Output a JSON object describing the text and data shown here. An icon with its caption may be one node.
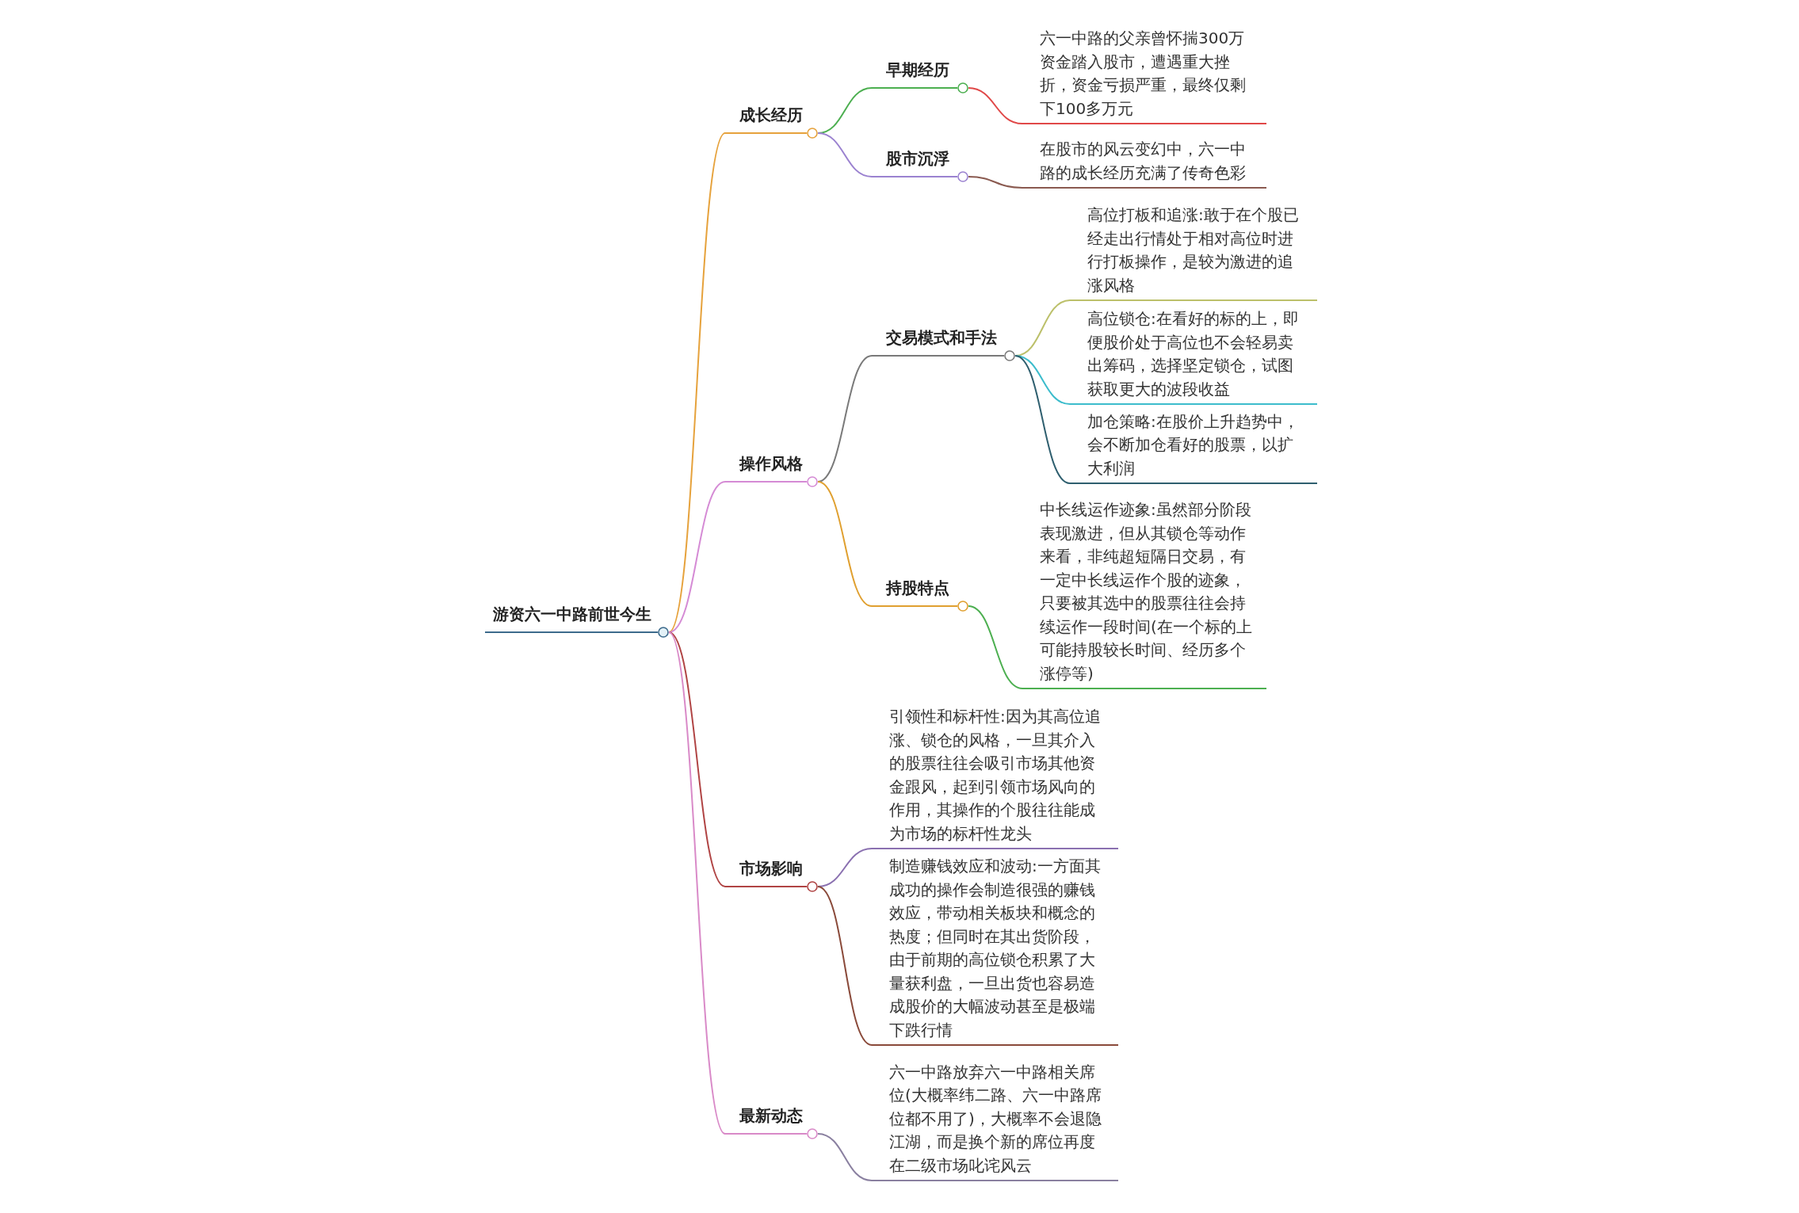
{
  "diagram": {
    "nodes": [
      {
        "text": [
          "游资六一中路前世今生"
        ]
      },
      {
        "text": [
          "成长经历"
        ]
      },
      {
        "text": [
          "早期经历"
        ]
      },
      {
        "text": [
          "六一中路的父亲曾怀揣300万资金踏入股市，遭遇重大挫折，资金亏损严重，最终仅剩下100多万元"
        ]
      },
      {
        "text": [
          "股市沉浮"
        ]
      },
      {
        "text": [
          "在股市的风云变幻中，六一中路的成长经历充满了传奇色彩"
        ]
      },
      {
        "text": [
          "操作风格"
        ]
      },
      {
        "text": [
          "交易模式和手法"
        ]
      },
      {
        "text": [
          "高位打板和追涨:敢于在个股已经走出行情处于相对高位时进行打板操作，是较为激进的追涨风格"
        ]
      },
      {
        "text": [
          "高位锁仓:在看好的标的上，即便股价处于高位也不会轻易卖出筹码，选择坚定锁仓，试图获取更大的波段收益"
        ]
      },
      {
        "text": [
          "加仓策略:在股价上升趋势中，会不断加仓看好的股票，以扩大利润"
        ]
      },
      {
        "text": [
          "持股特点"
        ]
      },
      {
        "text": [
          "中长线运作迹象:虽然部分阶段表现激进，但从其锁仓等动作来看，非纯超短隔日交易，有一定中长线运作个股的迹象，只要被其选中的股票往往会持续运作一段时间(在一个标的上可能持股较长时间、经历多个涨停等)"
        ]
      },
      {
        "text": [
          "市场影响"
        ]
      },
      {
        "text": [
          "引领性和标杆性:因为其高位追涨、锁仓的风格，一旦其介入的股票往往会吸引市场其他资金跟风，起到引领市场风向的作用，其操作的个股往往能成为市场的标杆性龙头"
        ]
      },
      {
        "text": [
          "制造赚钱效应和波动:一方面其成功的操作会制造很强的赚钱效应，带动相关板块和概念的热度；但同时在其出货阶段，由于前期的高位锁仓积累了大量获利盘，一旦出货也容易造成股价的大幅波动甚至是极端下跌行情"
        ]
      },
      {
        "text": [
          "最新动态"
        ]
      },
      {
        "text": [
          "六一中路放弃六一中路相关席位(大概率纬二路、六一中路席位都不用了)，大概率不会退隐江湖，而是换个新的席位再度在二级市场叱诧风云"
        ]
      }
    ],
    "edges": [
      {
        "from": 0,
        "to": 1,
        "arrow": "none",
        "color": "#e6a23c"
      },
      {
        "from": 0,
        "to": 6,
        "arrow": "none",
        "color": "#d58bd5"
      },
      {
        "from": 0,
        "to": 13,
        "arrow": "none",
        "color": "#b04444"
      },
      {
        "from": 0,
        "to": 16,
        "arrow": "none",
        "color": "#d98ac8"
      },
      {
        "from": 1,
        "to": 2,
        "arrow": "none",
        "color": "#4caf50"
      },
      {
        "from": 1,
        "to": 4,
        "arrow": "none",
        "color": "#9b82d0"
      },
      {
        "from": 2,
        "to": 3,
        "arrow": "none",
        "color": "#e04848"
      },
      {
        "from": 4,
        "to": 5,
        "arrow": "none",
        "color": "#8a5a50"
      },
      {
        "from": 6,
        "to": 7,
        "arrow": "none",
        "color": "#7a7a7a"
      },
      {
        "from": 6,
        "to": 11,
        "arrow": "none",
        "color": "#e0a030"
      },
      {
        "from": 7,
        "to": 8,
        "arrow": "none",
        "color": "#bcc06a"
      },
      {
        "from": 7,
        "to": 9,
        "arrow": "none",
        "color": "#3cbccc"
      },
      {
        "from": 7,
        "to": 10,
        "arrow": "none",
        "color": "#2f5f6f"
      },
      {
        "from": 11,
        "to": 12,
        "arrow": "none",
        "color": "#4caf50"
      },
      {
        "from": 13,
        "to": 14,
        "arrow": "none",
        "color": "#8a70b0"
      },
      {
        "from": 13,
        "to": 15,
        "arrow": "none",
        "color": "#8a4a3a"
      },
      {
        "from": 16,
        "to": 17,
        "arrow": "none",
        "color": "#8a80a0"
      }
    ]
  }
}
